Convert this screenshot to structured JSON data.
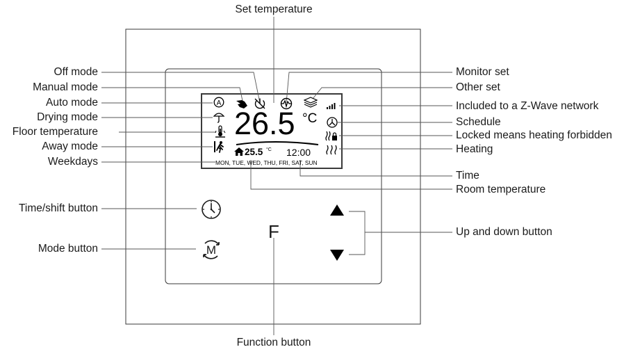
{
  "labels": {
    "set_temperature": "Set temperature",
    "off_mode": "Off mode",
    "manual_mode": "Manual mode",
    "auto_mode": "Auto mode",
    "drying_mode": "Drying mode",
    "floor_temperature": "Floor temperature",
    "away_mode": "Away mode",
    "weekdays": "Weekdays",
    "monitor_set": "Monitor set",
    "other_set": "Other set",
    "included_zwave": "Included to a Z-Wave network",
    "schedule": "Schedule",
    "locked": "Locked means heating forbidden",
    "heating": "Heating",
    "time": "Time",
    "room_temperature": "Room temperature",
    "time_shift_button": "Time/shift button",
    "mode_button": "Mode button",
    "up_down_button": "Up and down button",
    "function_button": "Function button"
  },
  "display": {
    "set_temperature": "26.5",
    "unit": "°C",
    "room_temperature": "25.5",
    "room_unit": "°C",
    "time": "12:00",
    "weekdays": "MON, TUE, WED, THU, FRI, SAT, SUN",
    "auto_icon_letter": "A"
  },
  "buttons": {
    "function": "F",
    "mode_letter": "M"
  },
  "icons": {
    "off_mode": "off-mode-icon",
    "manual_mode": "hand-icon",
    "auto_mode": "auto-mode-icon",
    "drying_mode": "umbrella-icon",
    "floor_temperature": "floor-thermometer-icon",
    "away_mode": "away-person-icon",
    "monitor_set": "monitor-wave-icon",
    "other_set": "layers-icon",
    "zwave": "signal-bars-icon",
    "schedule": "schedule-clock-icon",
    "locked": "heating-lock-icon",
    "heating": "heating-waves-icon",
    "home": "home-icon",
    "time_shift": "clock-icon",
    "mode": "mode-cycle-icon",
    "up": "up-arrow-icon",
    "down": "down-arrow-icon"
  },
  "colors": {
    "line": "#3a3a3a",
    "text": "#1a1a1a"
  }
}
